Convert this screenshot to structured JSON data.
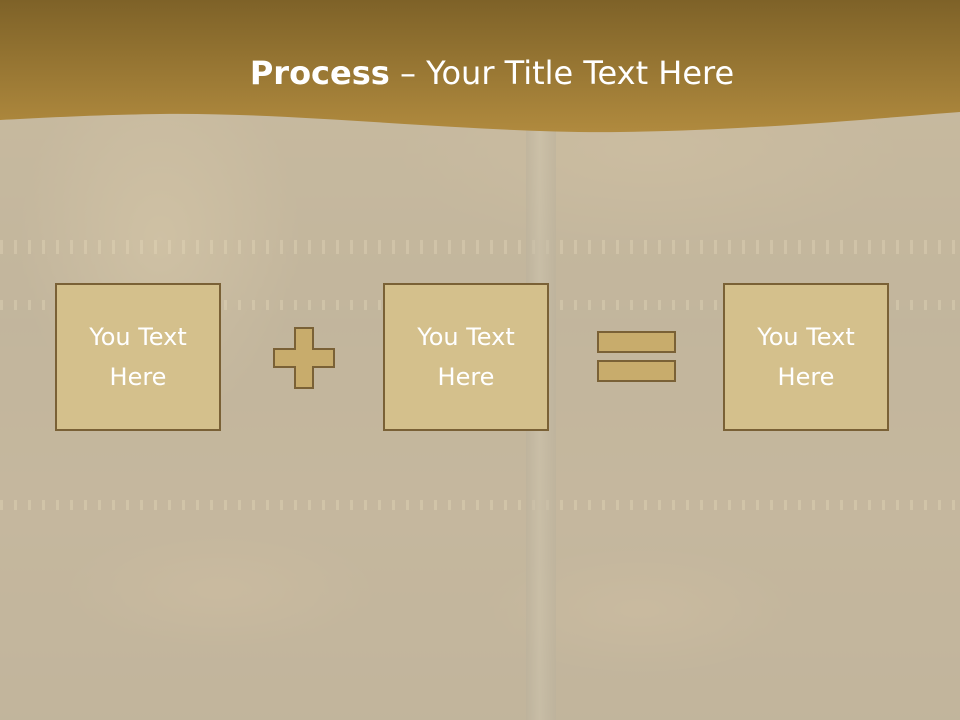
{
  "title": {
    "bold": "Process",
    "rest": " – Your Title Text Here"
  },
  "boxes": [
    {
      "text": "You Text Here"
    },
    {
      "text": "You Text Here"
    },
    {
      "text": "You Text Here"
    }
  ],
  "colors": {
    "banner": "#9c7a35",
    "box_fill": "#d4c08c",
    "box_border": "#7a6136",
    "operator_fill": "#c8ac6c"
  },
  "operators": [
    "plus-icon",
    "equals-icon"
  ]
}
